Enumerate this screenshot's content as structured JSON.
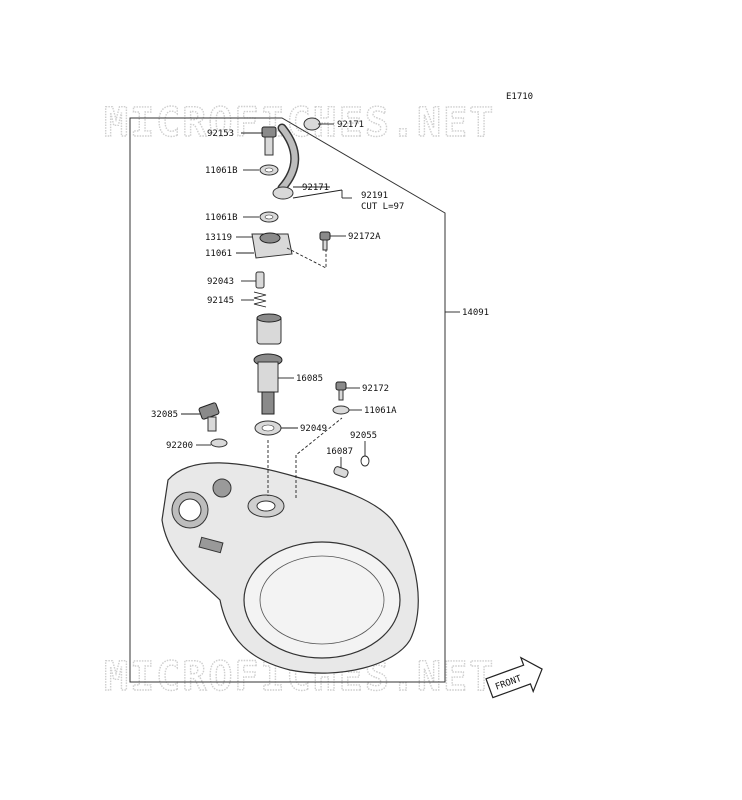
{
  "diagram_code": "E1710",
  "watermark": "MICROFICHES.NET",
  "front_label": "FRONT",
  "callouts": {
    "p92153": "92153",
    "p92171_top": "92171",
    "p11061B_a": "11061B",
    "p92171_mid": "92171",
    "p92191": "92191",
    "cut_note": "CUT L=97",
    "p11061B_b": "11061B",
    "p13119": "13119",
    "p92172A": "92172A",
    "p11061": "11061",
    "p92043": "92043",
    "p92145": "92145",
    "p14091": "14091",
    "p16085": "16085",
    "p92172": "92172",
    "p32085": "32085",
    "p11061A": "11061A",
    "p92049": "92049",
    "p92055": "92055",
    "p92200": "92200",
    "p16087": "16087"
  }
}
